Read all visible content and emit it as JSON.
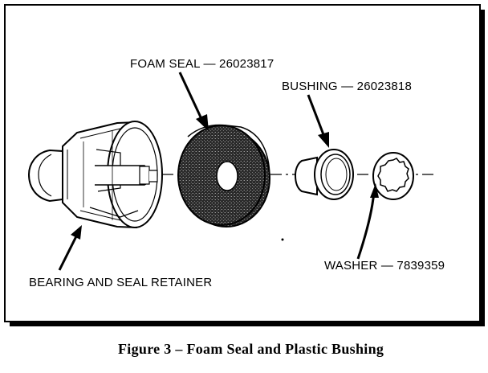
{
  "labels": {
    "foam_seal": "FOAM SEAL — 26023817",
    "bushing": "BUSHING — 26023818",
    "washer": "WASHER — 7839359",
    "retainer": "BEARING AND SEAL RETAINER"
  },
  "caption": "Figure 3 – Foam Seal and Plastic Bushing",
  "colors": {
    "ink": "#000000",
    "paper": "#ffffff",
    "foam": "#3a3a3a"
  }
}
